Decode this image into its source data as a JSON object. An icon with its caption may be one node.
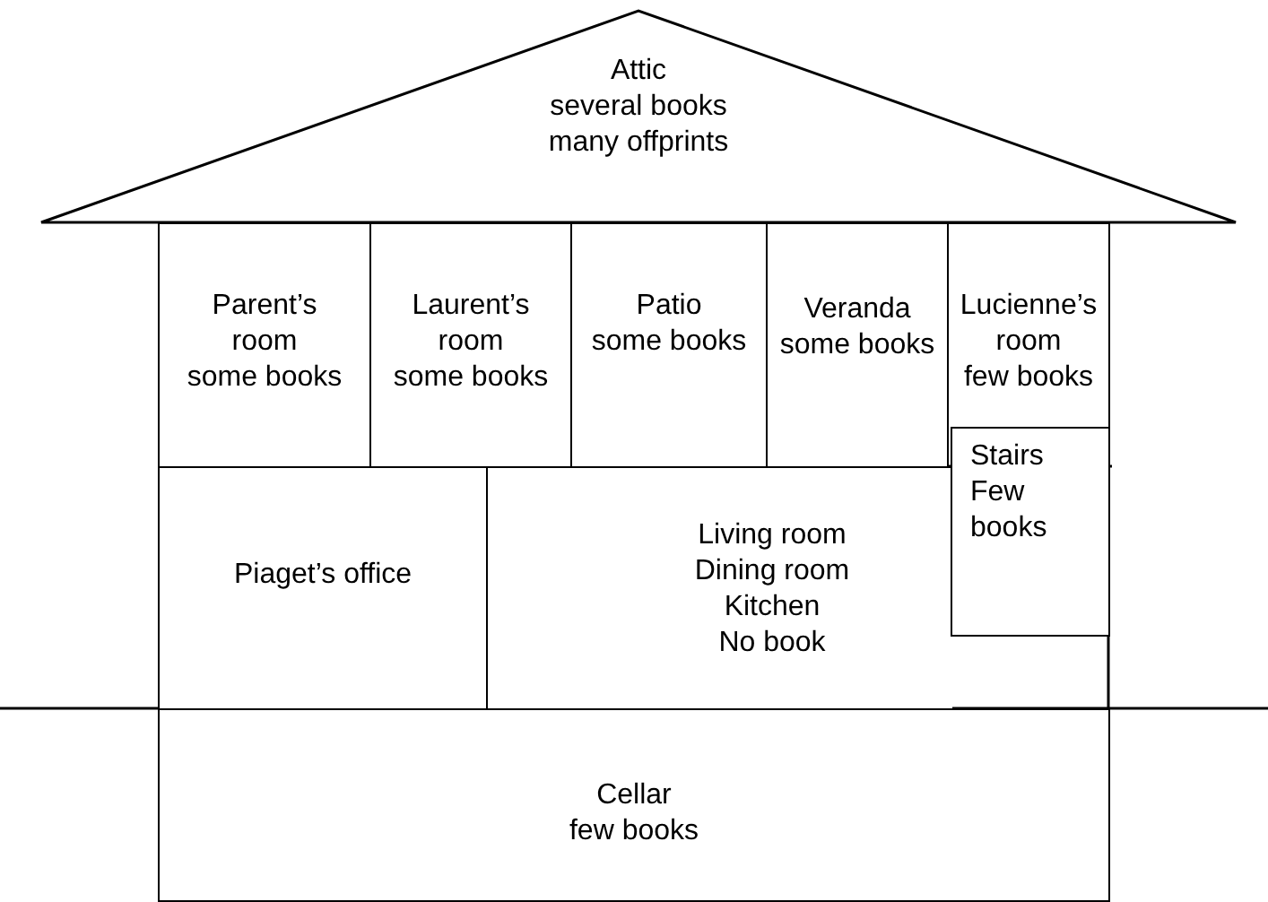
{
  "diagram": {
    "nodes": [
      {
        "text": [
          "Attic",
          "several books",
          "many offprints"
        ]
      },
      {
        "text": [
          "Parent’s room",
          "some books"
        ]
      },
      {
        "text": [
          "Laurent’s room",
          "some books"
        ]
      },
      {
        "text": [
          "Patio",
          "some books"
        ]
      },
      {
        "text": [
          "Veranda",
          "some books"
        ]
      },
      {
        "text": [
          "Lucienne’s room",
          "few books"
        ]
      },
      {
        "text": [
          "Stairs",
          "Few books"
        ]
      },
      {
        "text": [
          "Piaget’s office"
        ]
      },
      {
        "text": [
          "Living room",
          "Dining room",
          "Kitchen",
          "No book"
        ]
      },
      {
        "text": [
          "Cellar",
          "few books"
        ]
      }
    ],
    "edges": []
  }
}
